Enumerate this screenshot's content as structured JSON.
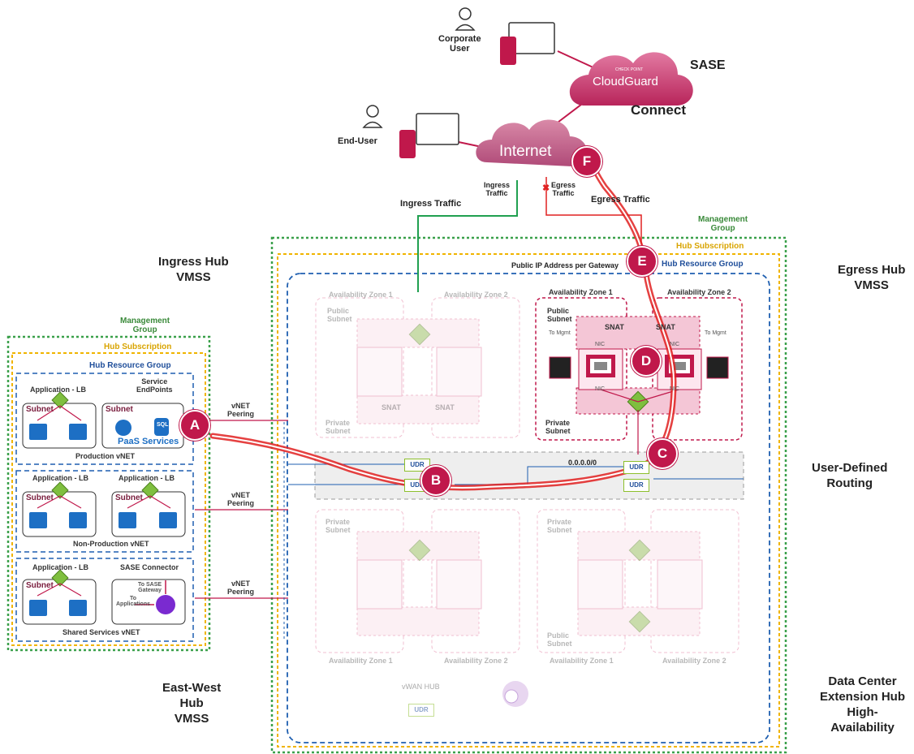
{
  "top": {
    "corporate_user": "Corporate\nUser",
    "end_user": "End-User",
    "internet": "Internet",
    "sase": "SASE",
    "cloudguard_small": "CHECK POINT",
    "cloudguard": "CloudGuard",
    "connect": "Connect",
    "ingress_traffic": "Ingress Traffic",
    "ingress_traffic_small": "Ingress\nTraffic",
    "egress_traffic": "Egress Traffic",
    "egress_traffic_small": "Egress\nTraffic"
  },
  "labels": {
    "ingress_hub": "Ingress Hub\nVMSS",
    "egress_hub": "Egress Hub\nVMSS",
    "udr_routing": "User-Defined\nRouting",
    "east_west": "East-West\nHub\nVMSS",
    "dc_ext": "Data Center\nExtension Hub\nHigh-\nAvailability"
  },
  "right_hub": {
    "mgmt_group": "Management\nGroup",
    "hub_subscription": "Hub  Subscription",
    "hub_rg": "Hub Resource Group",
    "public_ip": "Public IP Address per Gateway",
    "vwan_hub": "vWAN HUB",
    "route_000": "0.0.0.0/0",
    "udr": "UDR",
    "zones": {
      "az1": "Availability Zone 1",
      "az2": "Availability Zone 2"
    },
    "public_subnet": "Public\nSubnet",
    "private_subnet": "Private\nSubnet",
    "to_mgmt": "To Mgmt",
    "snat": "SNAT",
    "nic": "NIC"
  },
  "left_hub": {
    "mgmt_group": "Management\nGroup",
    "hub_subscription": "Hub  Subscription",
    "hub_rg": "Hub Resource Group",
    "app_lb": "Application - LB",
    "service_endpoints": "Service\nEndPoints",
    "subnet": "Subnet",
    "paas": "PaaS Services",
    "sql": "SQL",
    "vm": "VM",
    "production_vnet": "Production vNET",
    "non_production_vnet": "Non-Production vNET",
    "shared_services_vnet": "Shared Services vNET",
    "sase_connector": "SASE Connector",
    "to_sase_gw": "To SASE\nGateway",
    "to_apps": "To\nApplications",
    "vnet_peering": "vNET\nPeering"
  },
  "badges": [
    "A",
    "B",
    "C",
    "D",
    "E",
    "F"
  ],
  "colors": {
    "badge": "#c0184b",
    "mgmt_green": "#3a8a3a",
    "subscription_gold": "#f0b400",
    "rg_blue": "#1f5fb0",
    "traffic_red": "#e02020",
    "ingress_green": "#20a050",
    "cloud_pink": "#c85a86"
  }
}
